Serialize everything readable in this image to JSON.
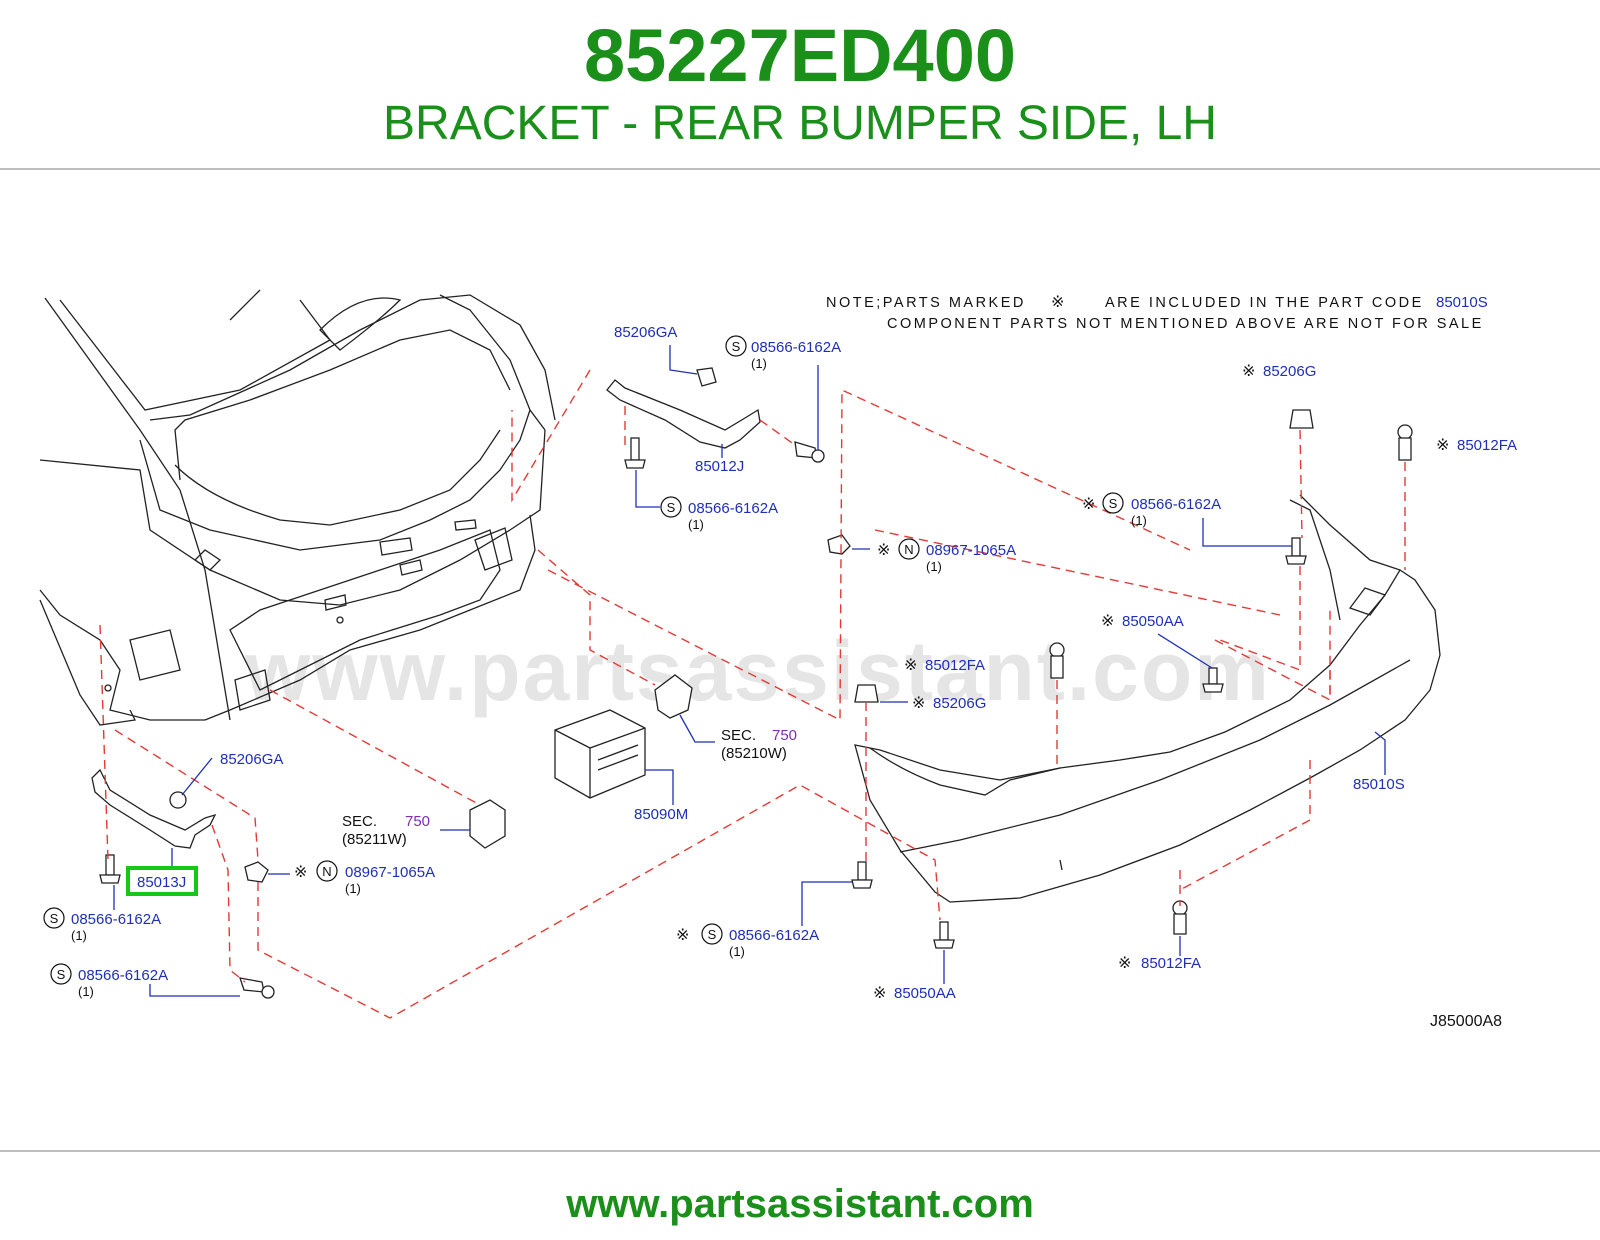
{
  "header": {
    "part_number": "85227ED400",
    "part_name": "BRACKET - REAR BUMPER SIDE, LH"
  },
  "diagram": {
    "note_line1": "NOTE;PARTS MARKED",
    "note_line1b": "ARE INCLUDED IN THE PART CODE",
    "note_code": "85010S",
    "note_line2": "COMPONENT PARTS NOT MENTIONED ABOVE ARE NOT FOR SALE",
    "asterisk": "※",
    "code_J": "J85000A8",
    "watermark": "www.partsassistant.com",
    "highlighted_part": "85013J",
    "sec_word": "SEC.",
    "sec_number": "750",
    "sec_ref_a": "(85210W)",
    "sec_ref_b": "(85211W)",
    "prefix_s": "S",
    "prefix_n": "N",
    "qty": "(1)",
    "labels": {
      "p85206GA": "85206GA",
      "p08566_6162A": "08566-6162A",
      "p85012J": "85012J",
      "p85206G": "85206G",
      "p85012FA": "85012FA",
      "p08967_1065A": "08967-1065A",
      "p85050AA": "85050AA",
      "p85010S": "85010S",
      "p85090M": "85090M",
      "p85013J": "85013J"
    }
  },
  "footer": {
    "url": "www.partsassistant.com"
  }
}
